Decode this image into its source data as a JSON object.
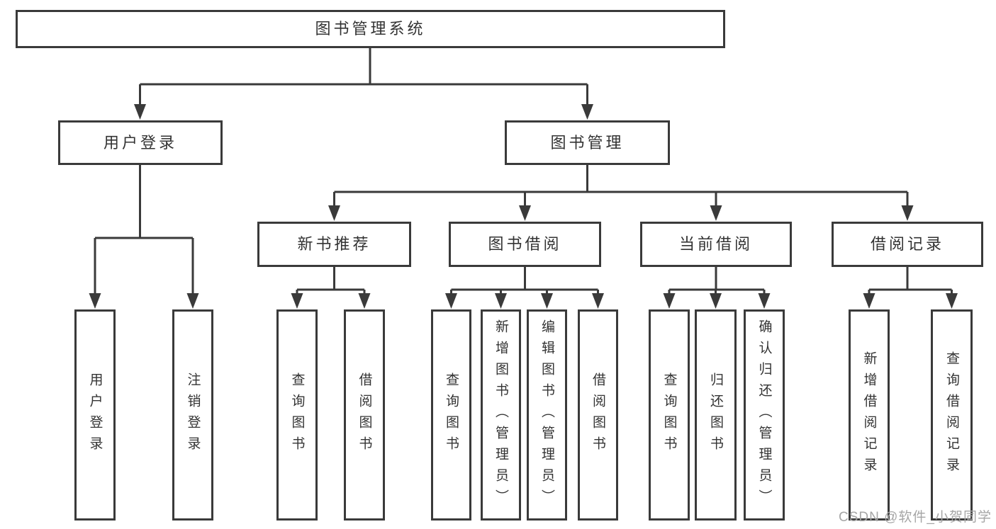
{
  "diagram_title": "图书管理系统",
  "nodes": {
    "root": "图书管理系统",
    "user_login": "用户登录",
    "book_mgmt": "图书管理",
    "new_book_rec": "新书推荐",
    "book_borrow": "图书借阅",
    "current_borrow": "当前借阅",
    "borrow_records": "借阅记录",
    "ul_login": "用户登录",
    "ul_logout": "注销登录",
    "nb_query": "查询图书",
    "nb_borrow": "借阅图书",
    "bb_query": "查询图书",
    "bb_add": "新增图书（管理员）",
    "bb_edit": "编辑图书（管理员）",
    "bb_borrow": "借阅图书",
    "cb_query": "查询图书",
    "cb_return": "归还图书",
    "cb_confirm": "确认归还（管理员）",
    "br_add": "新增借阅记录",
    "br_query": "查询借阅记录"
  },
  "hierarchy": {
    "root": "图书管理系统",
    "children": [
      {
        "label": "用户登录",
        "children": [
          "用户登录",
          "注销登录"
        ]
      },
      {
        "label": "图书管理",
        "children": [
          {
            "label": "新书推荐",
            "children": [
              "查询图书",
              "借阅图书"
            ]
          },
          {
            "label": "图书借阅",
            "children": [
              "查询图书",
              "新增图书（管理员）",
              "编辑图书（管理员）",
              "借阅图书"
            ]
          },
          {
            "label": "当前借阅",
            "children": [
              "查询图书",
              "归还图书",
              "确认归还（管理员）"
            ]
          },
          {
            "label": "借阅记录",
            "children": [
              "新增借阅记录",
              "查询借阅记录"
            ]
          }
        ]
      }
    ]
  },
  "watermark": "CSDN @软件_小贺同学",
  "colors": {
    "line": "#3a3a3a",
    "text": "#333333",
    "watermark": "#a6a6a6",
    "background": "#ffffff"
  }
}
